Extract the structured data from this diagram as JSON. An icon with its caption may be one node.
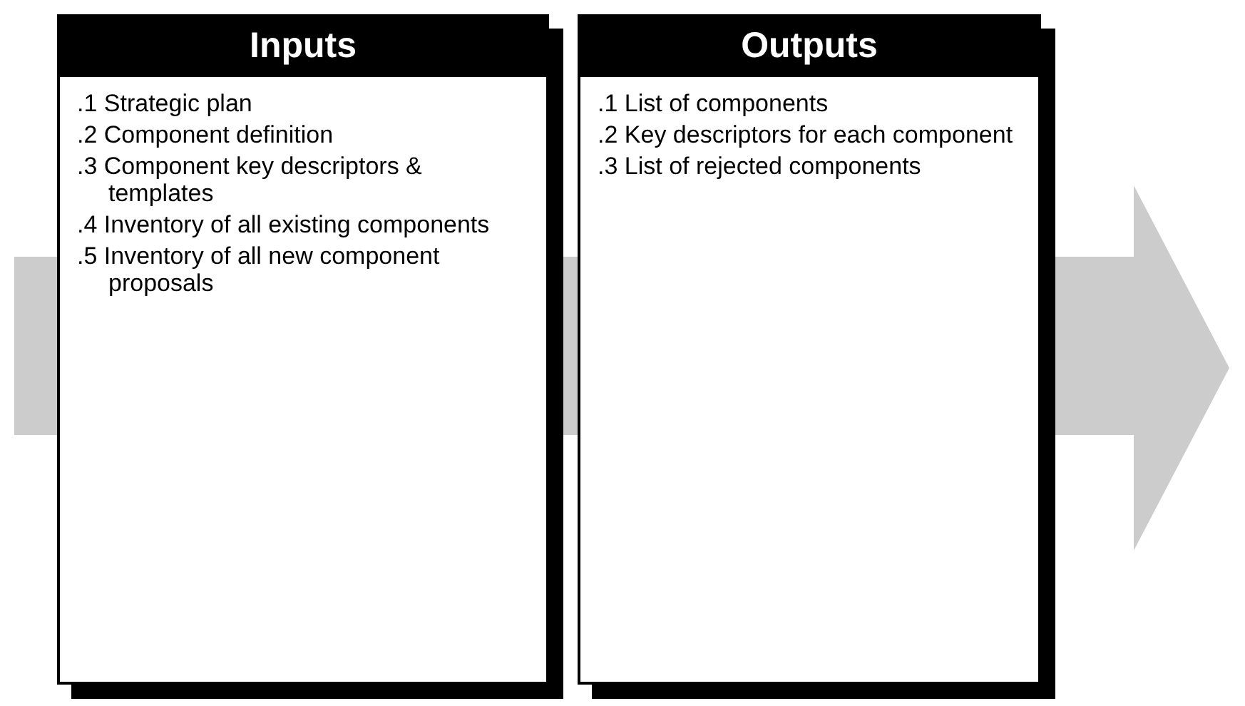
{
  "diagram": {
    "nodes": [
      {
        "text": [
          "Inputs",
          ".1 Strategic plan",
          ".2 Component definition",
          ".3 Component key descriptors & templates",
          ".4 Inventory of all existing components",
          ".5 Inventory of all new component proposals"
        ]
      },
      {
        "text": [
          "Outputs",
          ".1 List of components",
          ".2 Key descriptors for each component",
          ".3 List of rejected components"
        ]
      }
    ]
  }
}
